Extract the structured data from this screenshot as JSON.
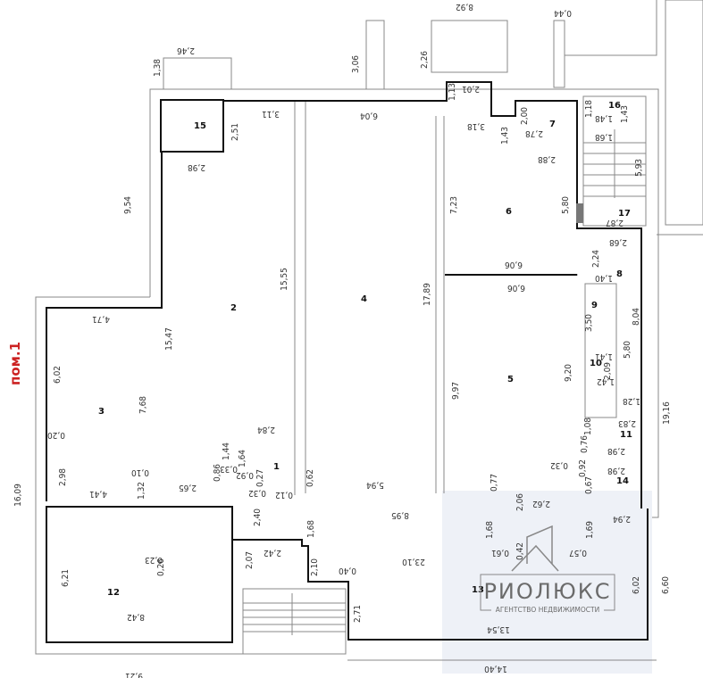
{
  "plan": {
    "label": "пом.1",
    "rooms": [
      "1",
      "2",
      "3",
      "4",
      "5",
      "6",
      "7",
      "8",
      "9",
      "10",
      "11",
      "12",
      "13",
      "14",
      "15",
      "16",
      "17"
    ],
    "dims": [
      "8,92",
      "0,44",
      "2,46",
      "1,38",
      "3,06",
      "2,26",
      "2,01",
      "1,13",
      "3,11",
      "6,04",
      "2,51",
      "3,18",
      "1,43",
      "2,00",
      "2,78",
      "1,18",
      "1,48",
      "1,43",
      "1,68",
      "5,93",
      "2,98",
      "2,88",
      "9,54",
      "7,23",
      "5,80",
      "2,87",
      "2,68",
      "2,24",
      "6,06",
      "6,06",
      "1,40",
      "15,55",
      "17,89",
      "4,71",
      "15,47",
      "3,50",
      "8,04",
      "1,41",
      "5,80",
      "2,09",
      "1,42",
      "6,02",
      "7,68",
      "9,97",
      "9,20",
      "19,16",
      "1,28",
      "2,83",
      "1,08",
      "0,76",
      "2,98",
      "2,84",
      "0,20",
      "1,44",
      "1,64",
      "0,33",
      "0,86",
      "0,92",
      "0,27",
      "0,10",
      "2,98",
      "0,32",
      "2,98",
      "0,92",
      "0,67",
      "2,65",
      "5,94",
      "0,62",
      "0,32",
      "0,12",
      "0,77",
      "4,41",
      "1,32",
      "16,09",
      "2,06",
      "2,62",
      "2,40",
      "8,95",
      "2,94",
      "1,68",
      "1,68",
      "1,69",
      "2,42",
      "0,61",
      "0,42",
      "0,57",
      "2,07",
      "0,23",
      "0,26",
      "2,10",
      "0,40",
      "23,10",
      "6,21",
      "6,02",
      "6,60",
      "2,71",
      "8,42",
      "13,54",
      "9,21",
      "14,40"
    ]
  },
  "watermark": {
    "brand": "РИОЛЮКС",
    "subtitle": "АГЕНТСТВО НЕДВИЖИМОСТИ"
  }
}
